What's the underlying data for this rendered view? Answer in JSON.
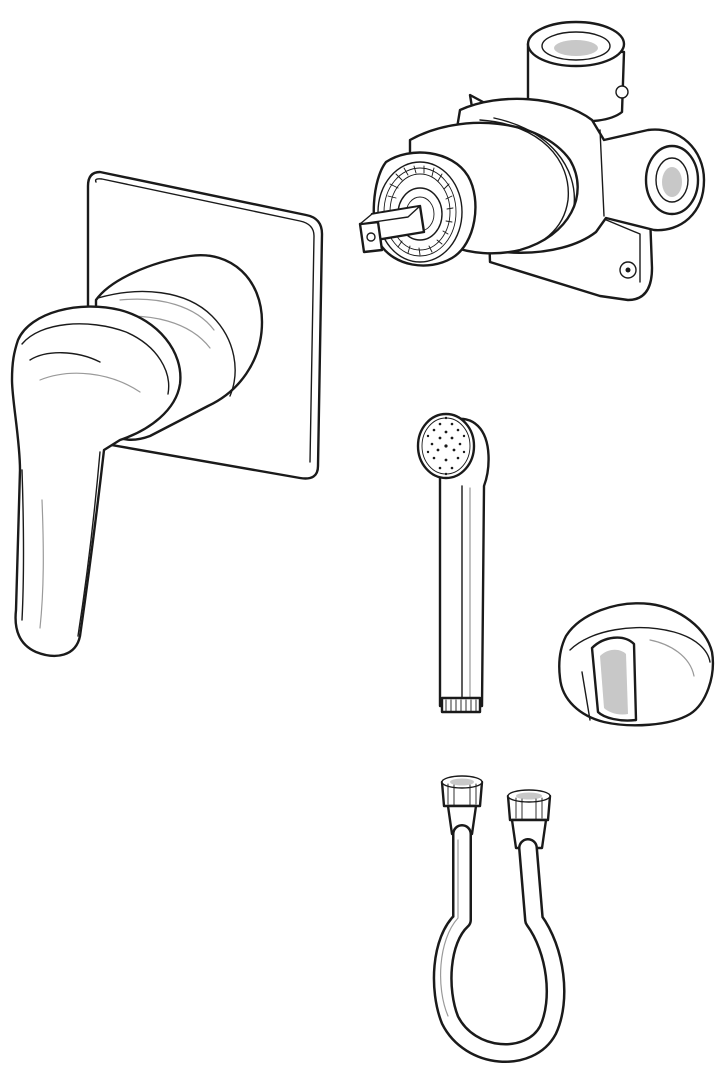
{
  "parts": [
    {
      "id": "mixer-lever-trim",
      "icon": "lever-handle-with-square-cover-plate-icon"
    },
    {
      "id": "concealed-valve-body",
      "icon": "concealed-mixer-valve-body-icon"
    },
    {
      "id": "hand-shower",
      "icon": "hand-shower-icon"
    },
    {
      "id": "shower-holder",
      "icon": "shower-wall-holder-icon"
    },
    {
      "id": "shower-hose",
      "icon": "shower-hose-icon"
    }
  ],
  "colors": {
    "line": "#1a1a1a",
    "fill": "#ffffff",
    "shade": "#c8c8c8",
    "highlight": "#9a9a9a"
  }
}
